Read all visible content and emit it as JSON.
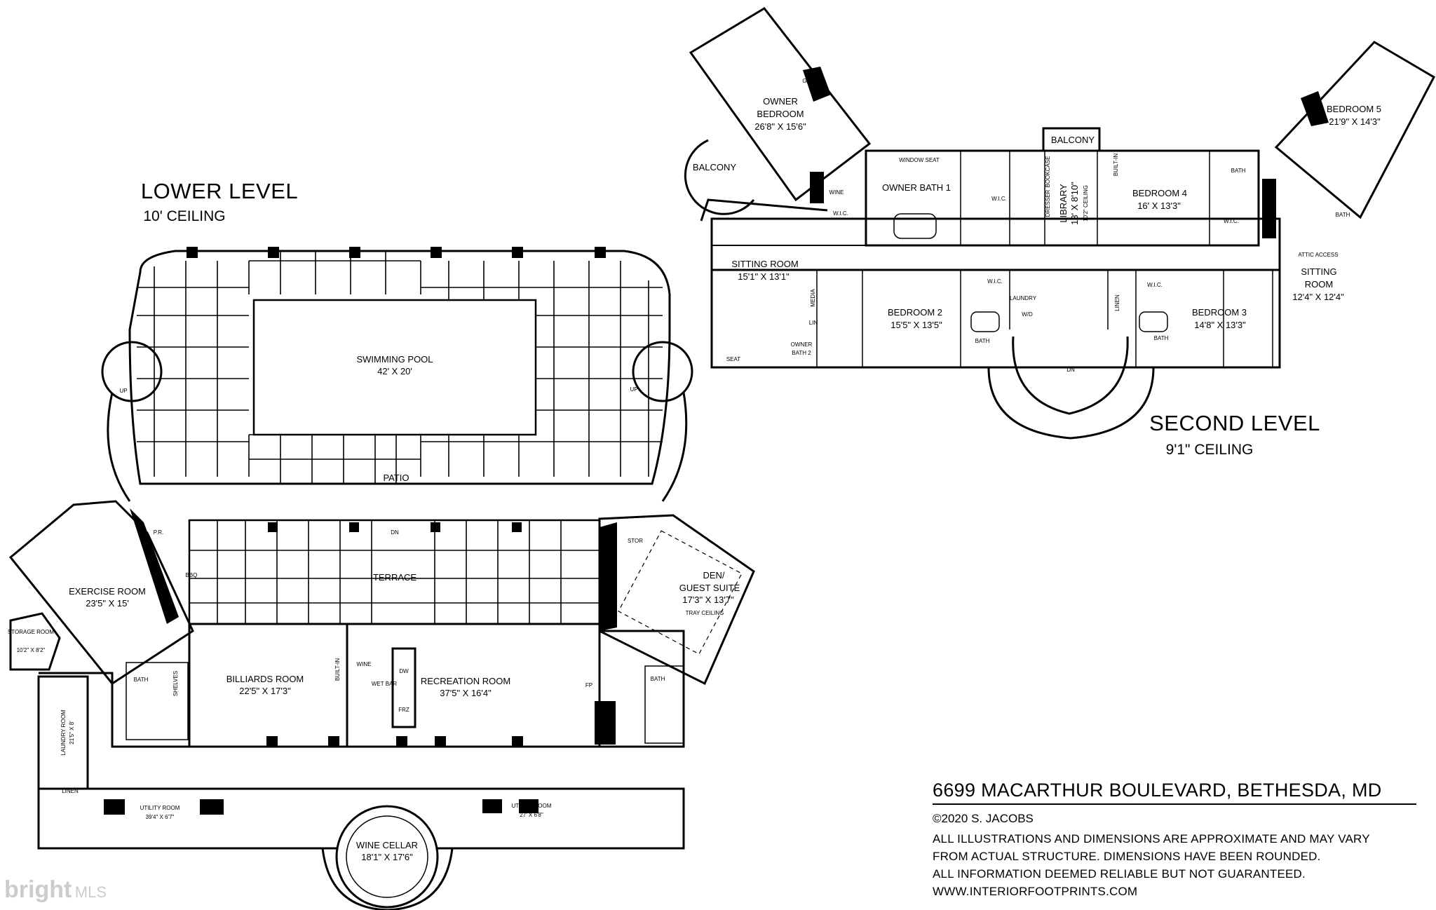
{
  "lower_level": {
    "title": "LOWER LEVEL",
    "ceiling": "10' CEILING",
    "rooms": {
      "swimming_pool": {
        "name": "SWIMMING POOL",
        "dims": "42' X 20'"
      },
      "patio": {
        "name": "PATIO"
      },
      "terrace": {
        "name": "TERRACE"
      },
      "exercise_room": {
        "name": "EXERCISE ROOM",
        "dims": "23'5\" X 15'"
      },
      "storage_room": {
        "name": "STORAGE ROOM",
        "dims": "10'2\" X 8'2\""
      },
      "laundry_room": {
        "name": "LAUNDRY ROOM",
        "dims": "21'5\" X 8'"
      },
      "billiards_room": {
        "name": "BILLIARDS ROOM",
        "dims": "22'5\" X 17'3\""
      },
      "wet_bar": {
        "name": "WET BAR"
      },
      "recreation_room": {
        "name": "RECREATION ROOM",
        "dims": "37'5\" X 16'4\""
      },
      "den": {
        "name": "DEN/",
        "name2": "GUEST SUITE",
        "dims": "17'3\" X 13'7\"",
        "note": "TRAY CEILING"
      },
      "utility_room_1": {
        "name": "UTILITY ROOM",
        "dims": "39'4\" X 6'7\""
      },
      "utility_room_2": {
        "name": "UTILITY ROOM",
        "dims": "27' X 6'8\""
      },
      "wine_cellar": {
        "name": "WINE CELLAR",
        "dims": "18'1\" X 17'6\""
      },
      "bath_left": {
        "name": "BATH"
      },
      "bath_right": {
        "name": "BATH"
      },
      "powder": {
        "name": "P.R."
      },
      "stor": {
        "name": "STOR"
      },
      "linen": {
        "name": "LINEN"
      },
      "shelves": "SHELVES",
      "built_in": "BUILT-IN",
      "wine": "WINE",
      "bbq": "BBQ",
      "fp": "FP",
      "dw": "DW",
      "frz": "FRZ",
      "up": "UP",
      "dn": "DN"
    }
  },
  "second_level": {
    "title": "SECOND LEVEL",
    "ceiling": "9'1\" CEILING",
    "rooms": {
      "owner_bedroom": {
        "name": "OWNER",
        "name2": "BEDROOM",
        "dims": "26'8\" X 15'6\""
      },
      "balcony_left": {
        "name": "BALCONY"
      },
      "balcony_center": {
        "name": "BALCONY"
      },
      "owner_bath_1": {
        "name": "OWNER BATH 1"
      },
      "window_seat": {
        "name": "WINDOW SEAT"
      },
      "library": {
        "name": "LIBRARY",
        "dims": "13' X 8'10\"",
        "ceiling": "10'2\" CEILING"
      },
      "bedroom_4": {
        "name": "BEDROOM 4",
        "dims": "16' X 13'3\""
      },
      "bedroom_5": {
        "name": "BEDROOM 5",
        "dims": "21'9\" X 14'3\""
      },
      "sitting_room_left": {
        "name": "SITTING ROOM",
        "dims": "15'1\" X 13'1\""
      },
      "sitting_room_right": {
        "name": "SITTING",
        "name2": "ROOM",
        "dims": "12'4\" X 12'4\""
      },
      "bedroom_2": {
        "name": "BEDROOM 2",
        "dims": "15'5\" X 13'5\""
      },
      "bedroom_3": {
        "name": "BEDROOM 3",
        "dims": "14'8\" X 13'3\""
      },
      "owner_bath_2": {
        "name": "OWNER",
        "name2": "BATH 2"
      },
      "laundry": {
        "name": "LAUNDRY"
      },
      "linen": {
        "name": "LINEN"
      },
      "wic": "W.I.C.",
      "bath": "BATH",
      "gas_fp": "GAS FP",
      "wine": "WINE",
      "dresser": "DRESSER",
      "bookcase": "BOOKCASE",
      "built_in": "BUILT-IN",
      "attic_access": "ATTIC ACCESS",
      "media": "MEDIA",
      "lin": "LIN",
      "seat": "SEAT",
      "wd": "W/D",
      "dn": "DN"
    }
  },
  "property": {
    "address": "6699 MACARTHUR BOULEVARD, BETHESDA, MD",
    "copyright": "©2020 S. JACOBS",
    "disclaimer_1": "ALL ILLUSTRATIONS AND DIMENSIONS ARE APPROXIMATE AND MAY VARY",
    "disclaimer_2": "FROM ACTUAL STRUCTURE. DIMENSIONS HAVE BEEN ROUNDED.",
    "disclaimer_3": "ALL INFORMATION DEEMED RELIABLE BUT NOT GUARANTEED.",
    "website": "WWW.INTERIORFOOTPRINTS.COM"
  },
  "watermark": {
    "brand": "bright",
    "suffix": "MLS"
  }
}
